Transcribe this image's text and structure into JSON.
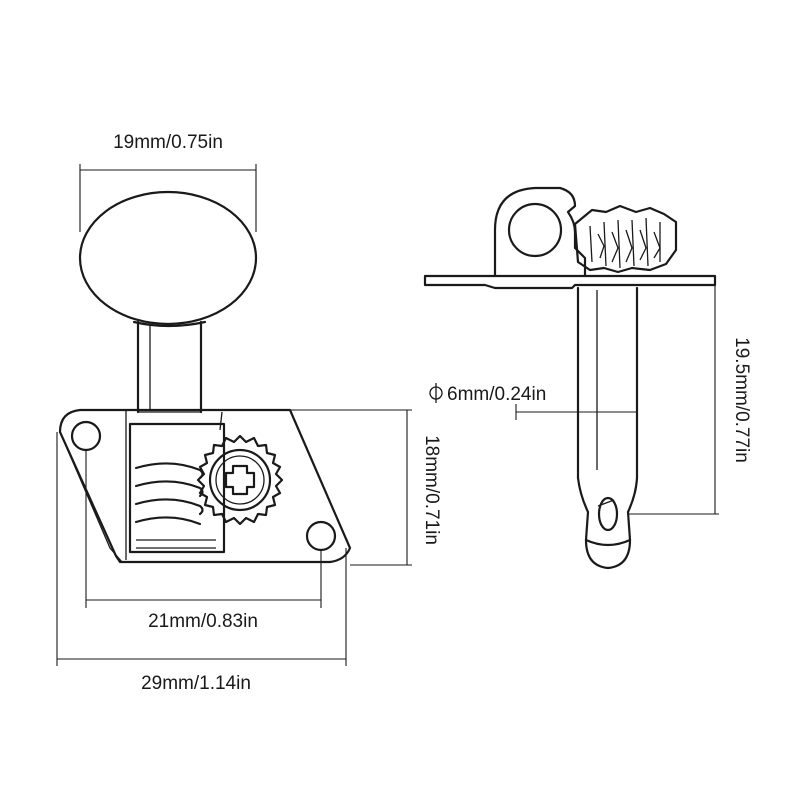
{
  "dimensions": {
    "button_width": "19mm/0.75in",
    "shaft_diameter": "6mm/0.24in",
    "shaft_length": "19.5mm/0.77in",
    "plate_height": "18mm/0.71in",
    "hole_spacing": "21mm/0.83in",
    "plate_length": "29mm/1.14in"
  },
  "colors": {
    "line": "#1a1a1a",
    "background": "#ffffff"
  }
}
